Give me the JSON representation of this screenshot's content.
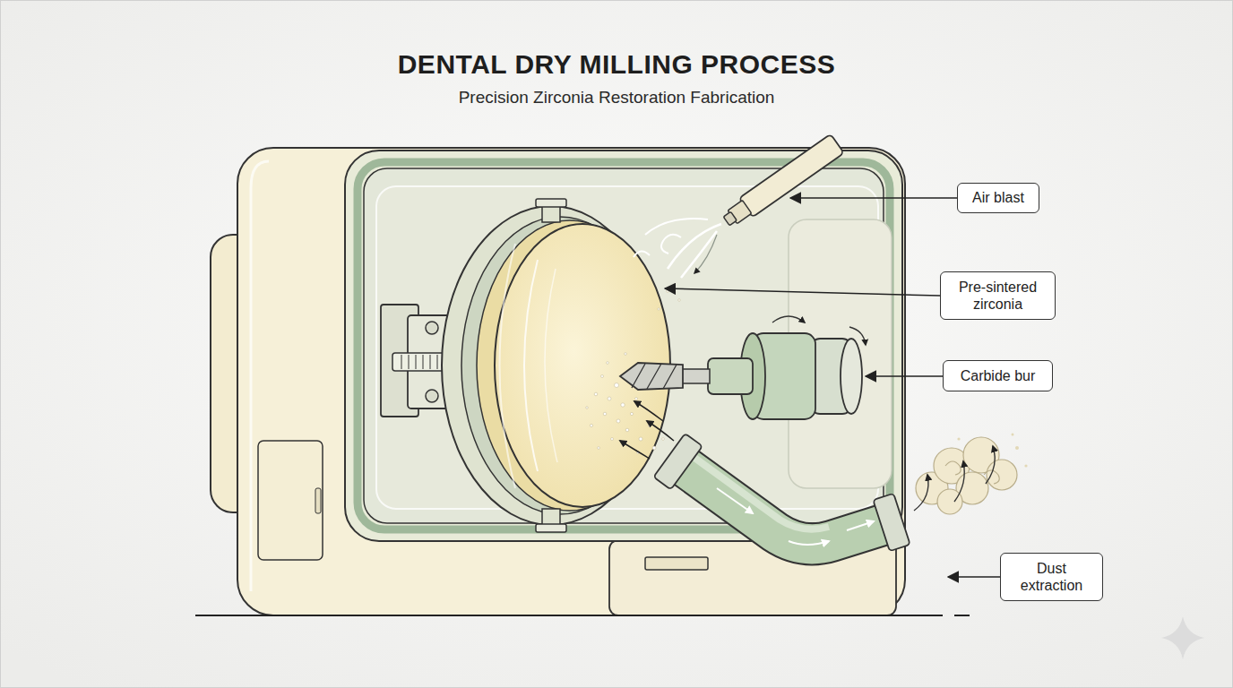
{
  "diagram": {
    "title": "DENTAL DRY MILLING PROCESS",
    "nodes": [
      {
        "text": [
          "Air blast"
        ]
      },
      {
        "text": [
          "Pre-sintered zirconia"
        ]
      },
      {
        "text": [
          "Carbide bur"
        ]
      },
      {
        "text": [
          "Dust extraction"
        ]
      }
    ],
    "labels": [
      "Precision Zirconia Restoration Fabrication"
    ]
  }
}
